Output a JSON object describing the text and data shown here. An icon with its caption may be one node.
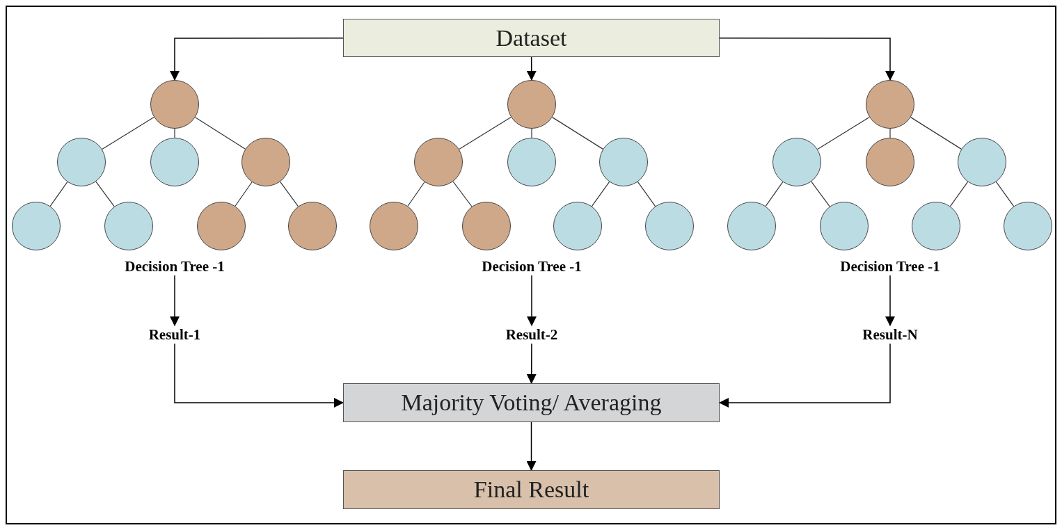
{
  "diagram": {
    "nodes": [
      {
        "text": [
          "Dataset"
        ]
      },
      {
        "text": [],
        "shape": "circle"
      },
      {
        "text": [],
        "shape": "circle"
      },
      {
        "text": [],
        "shape": "circle"
      },
      {
        "text": [],
        "shape": "circle"
      },
      {
        "text": [],
        "shape": "circle"
      },
      {
        "text": [],
        "shape": "circle"
      },
      {
        "text": [],
        "shape": "circle"
      },
      {
        "text": [],
        "shape": "circle"
      },
      {
        "text": [],
        "shape": "circle"
      },
      {
        "text": [],
        "shape": "circle"
      },
      {
        "text": [],
        "shape": "circle"
      },
      {
        "text": [],
        "shape": "circle"
      },
      {
        "text": [],
        "shape": "circle"
      },
      {
        "text": [],
        "shape": "circle"
      },
      {
        "text": [],
        "shape": "circle"
      },
      {
        "text": [],
        "shape": "circle"
      },
      {
        "text": [],
        "shape": "circle"
      },
      {
        "text": [],
        "shape": "circle"
      },
      {
        "text": [],
        "shape": "circle"
      },
      {
        "text": [],
        "shape": "circle"
      },
      {
        "text": [],
        "shape": "circle"
      },
      {
        "text": [],
        "shape": "circle"
      },
      {
        "text": [],
        "shape": "circle"
      },
      {
        "text": [],
        "shape": "circle"
      },
      {
        "text": [
          "Decision Tree -1"
        ]
      },
      {
        "text": [
          "Decision Tree -1"
        ]
      },
      {
        "text": [
          "Decision Tree -1"
        ]
      },
      {
        "text": [
          "Result-1"
        ]
      },
      {
        "text": [
          "Result-2"
        ]
      },
      {
        "text": [
          "Result-N"
        ]
      },
      {
        "text": [
          "Majority Voting/ Averaging"
        ]
      },
      {
        "text": [
          "Final Result"
        ]
      }
    ],
    "edges": [
      {
        "from": 0,
        "to": 1,
        "arrow": "to"
      },
      {
        "from": 0,
        "to": 2,
        "arrow": "to"
      },
      {
        "from": 0,
        "to": 3,
        "arrow": "to"
      },
      {
        "from": 1,
        "to": 4,
        "arrow": "none"
      },
      {
        "from": 1,
        "to": 5,
        "arrow": "none"
      },
      {
        "from": 1,
        "to": 6,
        "arrow": "none"
      },
      {
        "from": 2,
        "to": 7,
        "arrow": "none"
      },
      {
        "from": 2,
        "to": 8,
        "arrow": "none"
      },
      {
        "from": 2,
        "to": 9,
        "arrow": "none"
      },
      {
        "from": 3,
        "to": 10,
        "arrow": "none"
      },
      {
        "from": 3,
        "to": 11,
        "arrow": "none"
      },
      {
        "from": 3,
        "to": 12,
        "arrow": "none"
      },
      {
        "from": 4,
        "to": 13,
        "arrow": "none"
      },
      {
        "from": 4,
        "to": 14,
        "arrow": "none"
      },
      {
        "from": 6,
        "to": 15,
        "arrow": "none"
      },
      {
        "from": 6,
        "to": 16,
        "arrow": "none"
      },
      {
        "from": 7,
        "to": 17,
        "arrow": "none"
      },
      {
        "from": 7,
        "to": 18,
        "arrow": "none"
      },
      {
        "from": 9,
        "to": 19,
        "arrow": "none"
      },
      {
        "from": 9,
        "to": 20,
        "arrow": "none"
      },
      {
        "from": 10,
        "to": 21,
        "arrow": "none"
      },
      {
        "from": 10,
        "to": 22,
        "arrow": "none"
      },
      {
        "from": 12,
        "to": 23,
        "arrow": "none"
      },
      {
        "from": 12,
        "to": 24,
        "arrow": "none"
      },
      {
        "from": 25,
        "to": 28,
        "arrow": "to"
      },
      {
        "from": 26,
        "to": 29,
        "arrow": "to"
      },
      {
        "from": 27,
        "to": 30,
        "arrow": "to"
      },
      {
        "from": 28,
        "to": 31,
        "arrow": "to"
      },
      {
        "from": 29,
        "to": 31,
        "arrow": "to"
      },
      {
        "from": 30,
        "to": 31,
        "arrow": "to"
      },
      {
        "from": 31,
        "to": 32,
        "arrow": "to"
      }
    ]
  }
}
